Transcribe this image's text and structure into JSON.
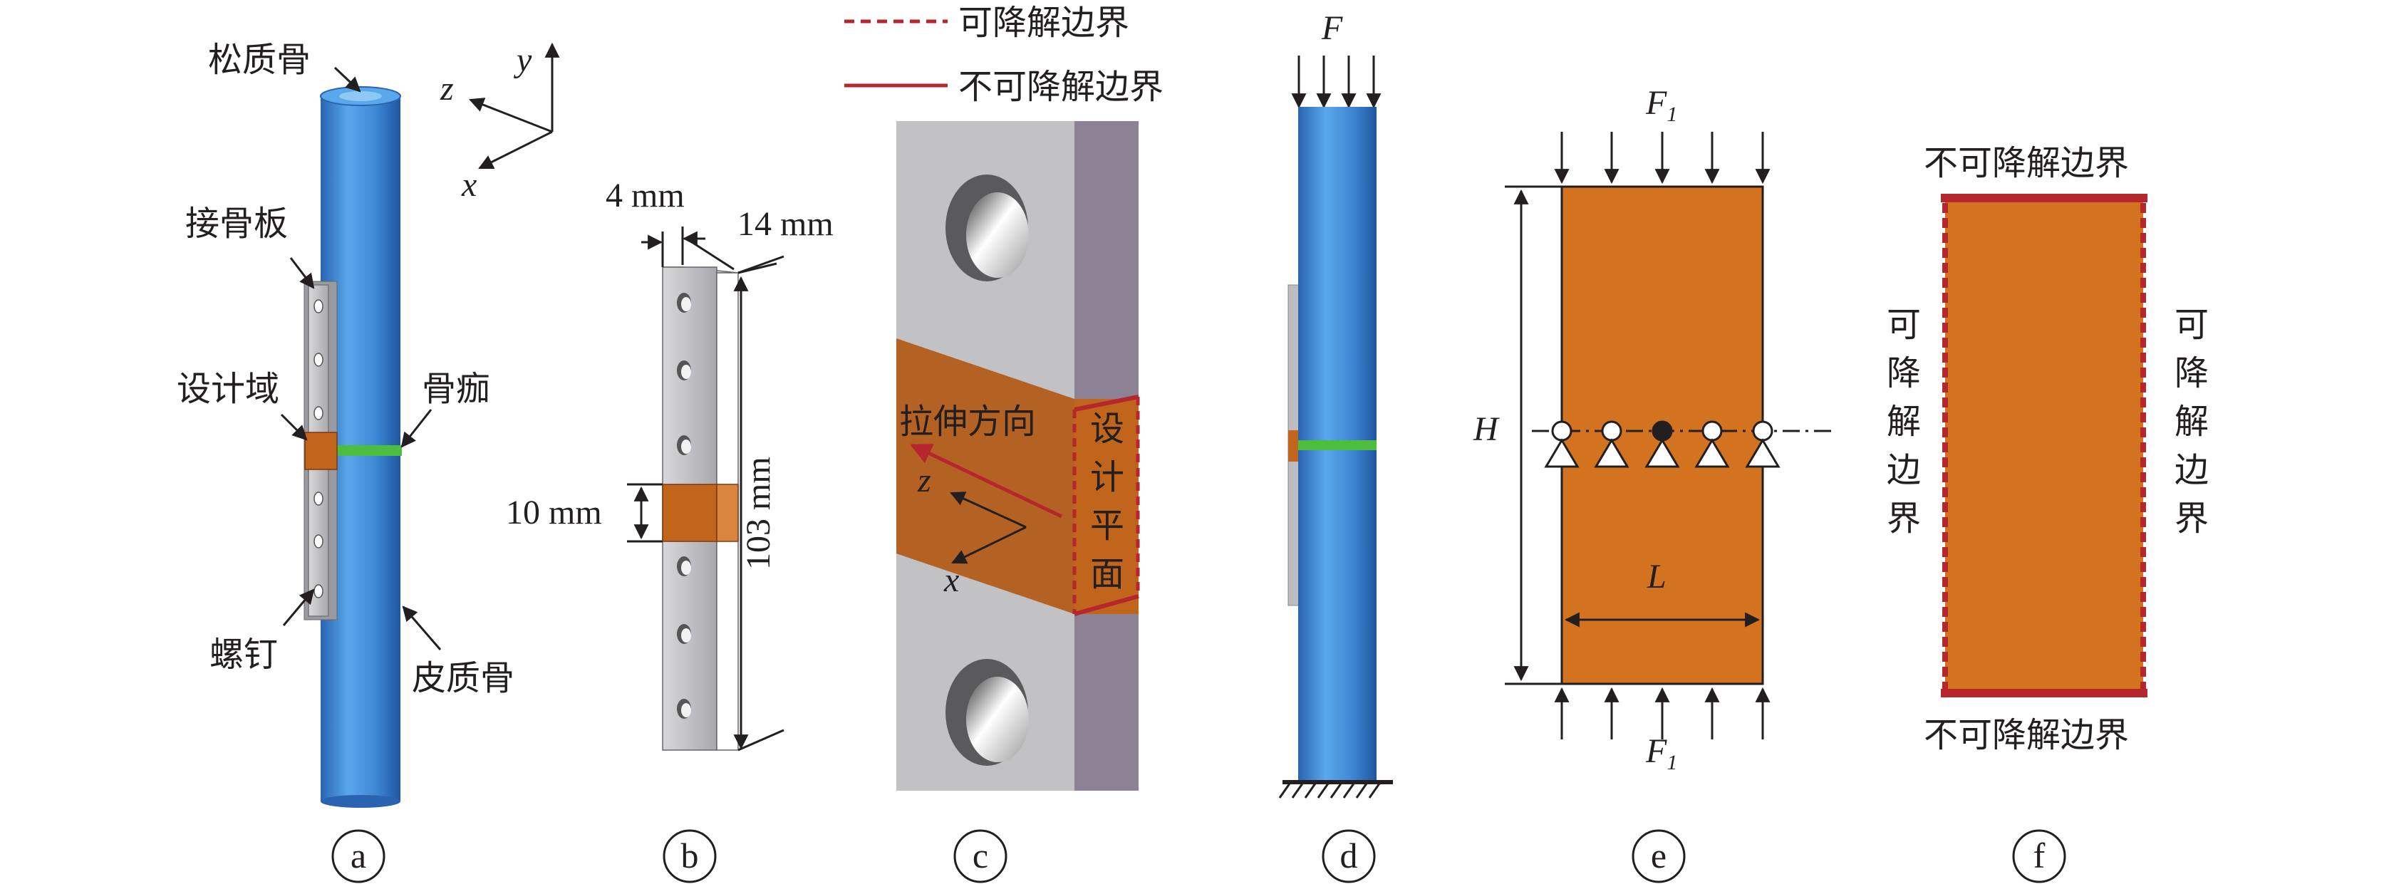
{
  "panels": {
    "a": {
      "label": "a",
      "cancellous_bone": "松质骨",
      "bone_plate": "接骨板",
      "design_domain": "设计域",
      "callus": "骨痂",
      "screw": "螺钉",
      "cortical_bone": "皮质骨",
      "axis_x": "x",
      "axis_y": "y",
      "axis_z": "z"
    },
    "b": {
      "label": "b",
      "thickness": "4 mm",
      "width": "14 mm",
      "length": "103 mm",
      "domain_height": "10 mm"
    },
    "c": {
      "label": "c",
      "legend_degradable": "可降解边界",
      "legend_nondegradable": "不可降解边界",
      "tension_direction": "拉伸方向",
      "design_plane_chars": [
        "设",
        "计",
        "平",
        "面"
      ],
      "axis_z": "z",
      "axis_x": "x"
    },
    "d": {
      "label": "d",
      "force": "F"
    },
    "e": {
      "label": "e",
      "force": "F",
      "force_sub": "1",
      "height": "H",
      "length": "L"
    },
    "f": {
      "label": "f",
      "top_boundary": "不可降解边界",
      "bottom_boundary": "不可降解边界",
      "side_chars": [
        "可",
        "降",
        "解",
        "边",
        "界"
      ]
    }
  },
  "colors": {
    "bone": "#3d86d4",
    "plate": "#c0c0c2",
    "design_domain": "#d4731f",
    "callus": "#4cbd3e",
    "boundary": "#b5262d",
    "plate_side": "#8d8294"
  }
}
